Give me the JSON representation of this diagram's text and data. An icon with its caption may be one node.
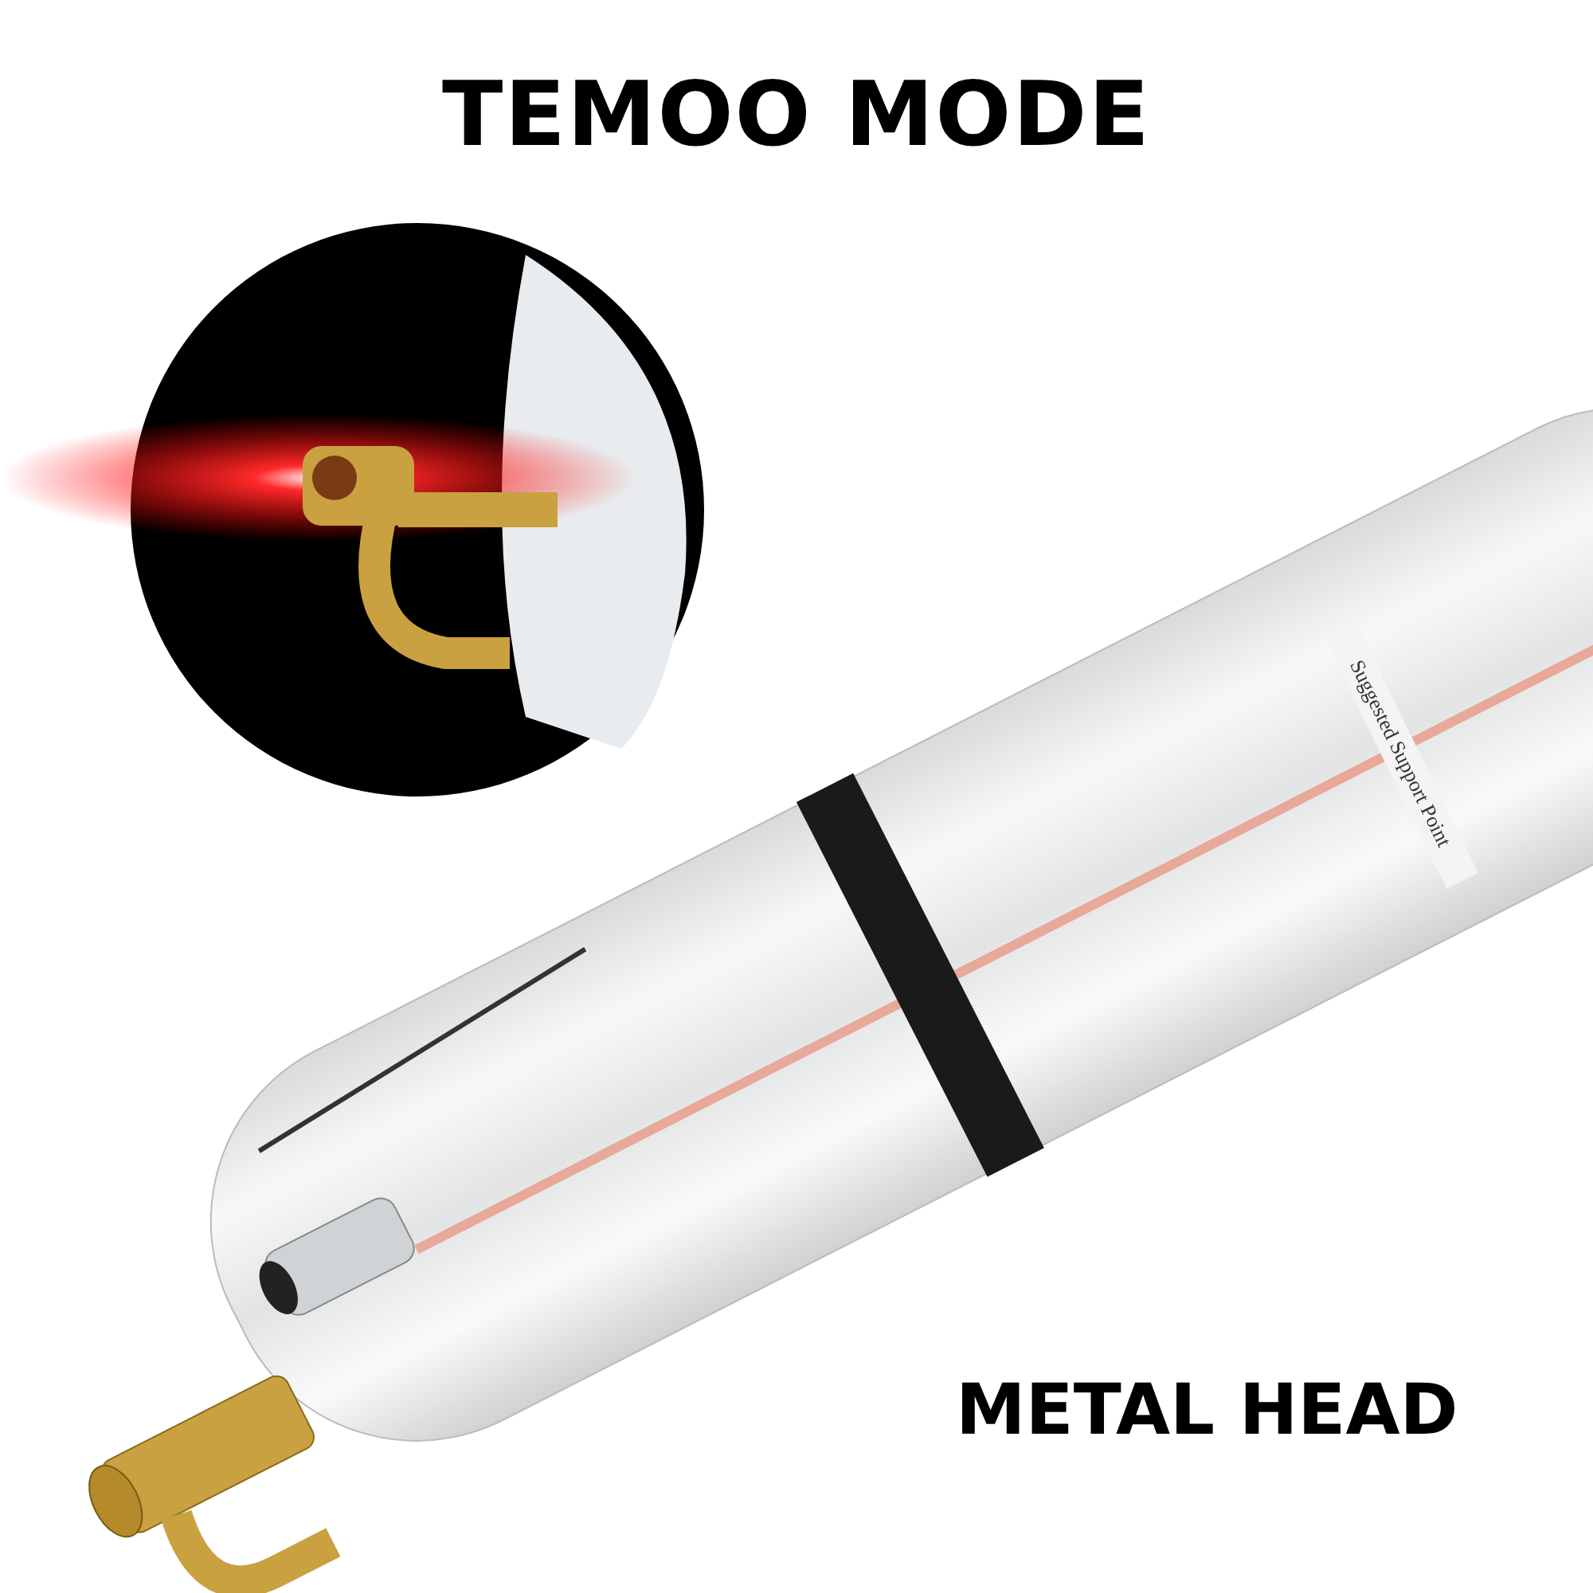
{
  "diagram": {
    "title": "TEMOO MODE",
    "labels": [
      "Suggested Support Point",
      "METAL HEAD"
    ]
  }
}
